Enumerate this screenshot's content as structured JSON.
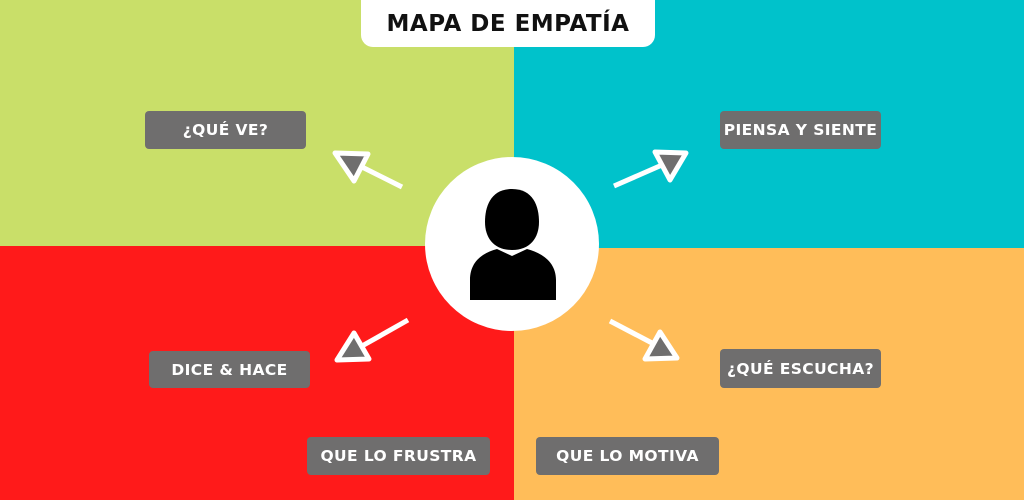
{
  "title": "MAPA DE EMPATÍA",
  "quadrants": {
    "top_left": {
      "color": "#c9df69"
    },
    "top_right": {
      "color": "#00c2cb"
    },
    "bottom_left": {
      "color": "#ff1a1a"
    },
    "bottom_right": {
      "color": "#ffbd59"
    }
  },
  "labels": {
    "que_ve": "¿QUÉ VE?",
    "piensa_siente": "PIENSA Y SIENTE",
    "dice_hace": "DICE & HACE",
    "que_escucha": "¿QUÉ ESCUCHA?",
    "que_frustra": "QUE LO FRUSTRA",
    "que_motiva": "QUE LO MOTIVA"
  },
  "label_color": "#6f6e6e",
  "center_icon": "person-icon"
}
